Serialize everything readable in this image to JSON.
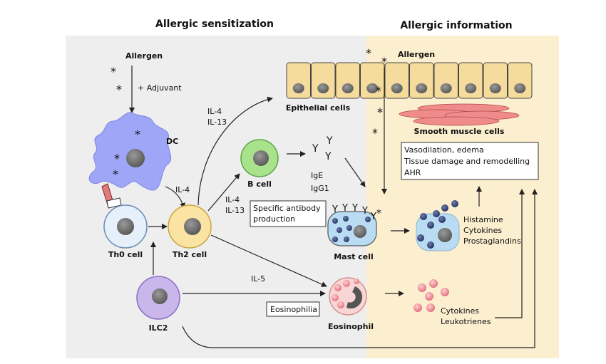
{
  "headers": {
    "left": "Allergic sensitization",
    "right": "Allergic information"
  },
  "colors": {
    "left_panel": "#eeeeee",
    "right_panel": "#fcefcf",
    "dc": "#9fa6f7",
    "b_cell": "#a8e28a",
    "th2": "#fbe4a3",
    "ilc2": "#c9b6ea",
    "mast": "#b9dcf2",
    "epithelial": "#f6dc9c",
    "smooth_muscle": "#f08b8b",
    "eosinophil": "#f5c9c9",
    "ige": "#cc2222"
  },
  "labels": {
    "allergen_left": "Allergen",
    "adjuvant": "+ Adjuvant",
    "dc": "DC",
    "il4_dc": "IL-4",
    "th0": "Th0 cell",
    "th2": "Th2 cell",
    "ilc2": "ILC2",
    "il4_il13_epi_1": "IL-4",
    "il4_il13_epi_2": "IL-13",
    "il4_il13_b_1": "IL-4",
    "il4_il13_b_2": "IL-13",
    "b_cell": "B cell",
    "ige": "IgE",
    "igg1": "IgG1",
    "antibody_1": "Specific antibody",
    "antibody_2": "production",
    "il5": "IL-5",
    "eosinophilia": "Eosinophilia",
    "eosinophil": "Eosinophil",
    "mast_cell": "Mast cell",
    "epithelial": "Epithelial cells",
    "allergen_right": "Allergen",
    "smooth_muscle": "Smooth muscle cells",
    "effects_1": "Vasodilation, edema",
    "effects_2": "Tissue damage and remodelling",
    "effects_3": "AHR",
    "mediators_1": "Histamine",
    "mediators_2": "Cytokines",
    "mediators_3": "Prostaglandins",
    "eos_mediators_1": "Cytokines",
    "eos_mediators_2": "Leukotrienes"
  }
}
